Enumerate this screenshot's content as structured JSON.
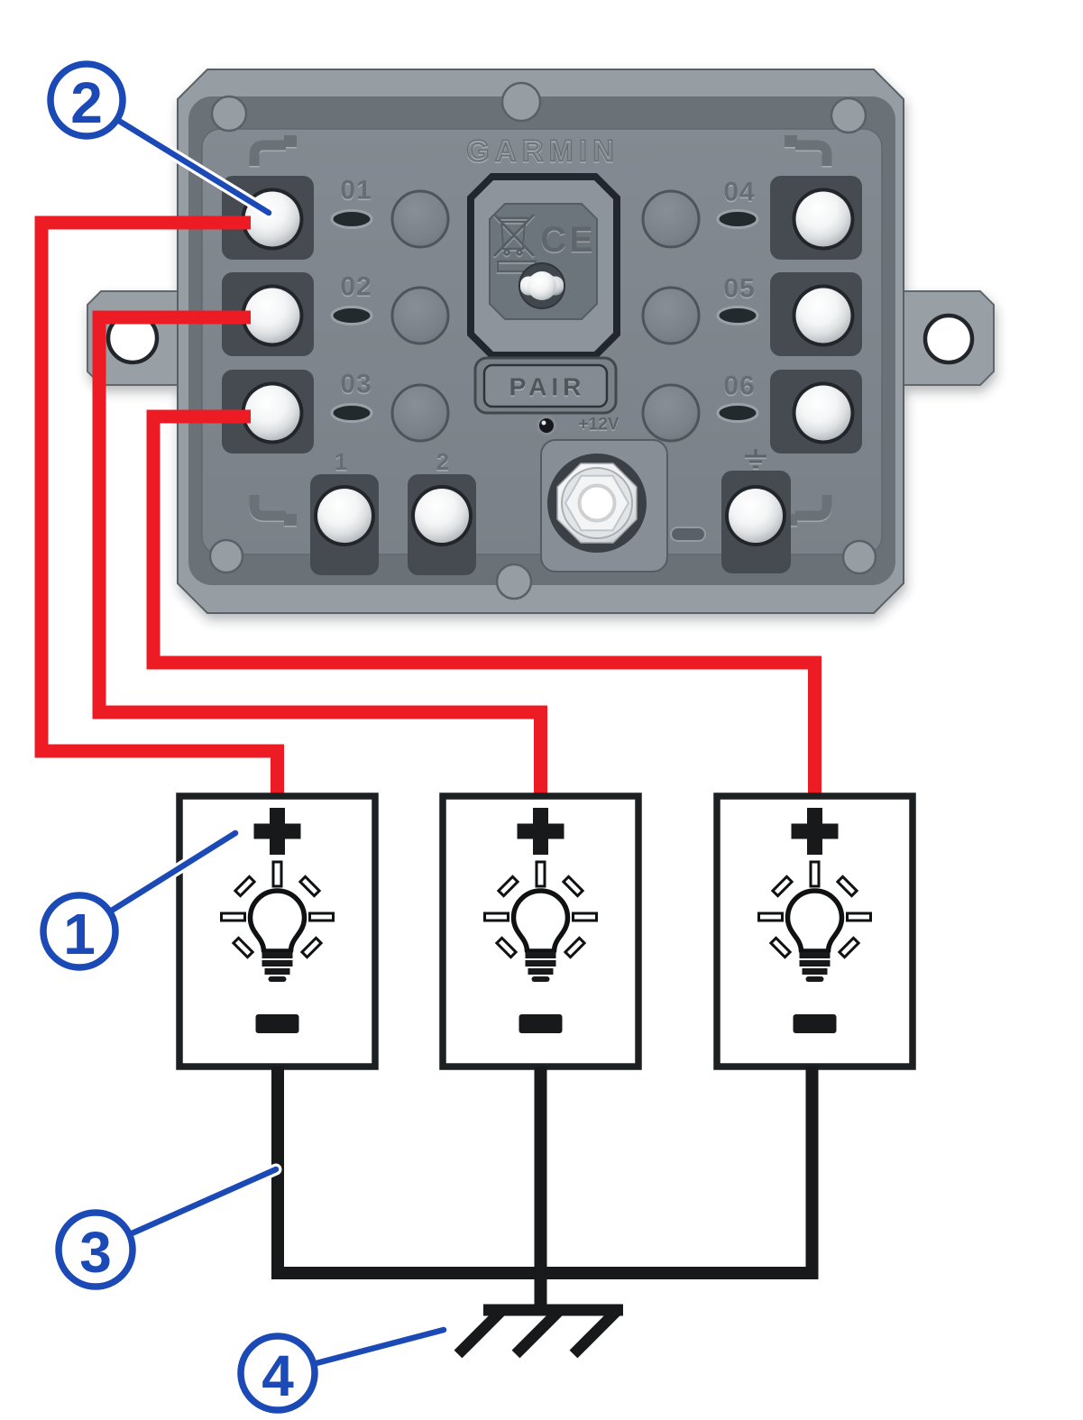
{
  "figure": {
    "kind": "accessory-wiring-diagram",
    "background": "#ffffff"
  },
  "device": {
    "brand_logo": "GARMIN",
    "pair_button_label": "PAIR",
    "power_label": "+12V",
    "plate_marking": "CE",
    "output_terminal_labels_left": [
      "01",
      "02",
      "03"
    ],
    "output_terminal_labels_right": [
      "04",
      "05",
      "06"
    ],
    "bottom_terminal_labels": [
      "1",
      "2"
    ]
  },
  "callouts": [
    {
      "number": "1"
    },
    {
      "number": "2"
    },
    {
      "number": "3"
    },
    {
      "number": "4"
    }
  ],
  "accessories": {
    "count": 3,
    "icon_set": [
      "plus-symbol",
      "light-bulb-icon",
      "minus-symbol"
    ]
  },
  "ground": {
    "icon": "chassis-ground-symbol"
  },
  "colors": {
    "positive_wire": "#ed1c24",
    "negative_wire": "#17191b",
    "callout_blue": "#1b49b6",
    "device_face_gray": "#7e858c",
    "device_edge_gray": "#979ea3",
    "recess_gray": "#454b51",
    "box_outline": "#1d2022"
  }
}
